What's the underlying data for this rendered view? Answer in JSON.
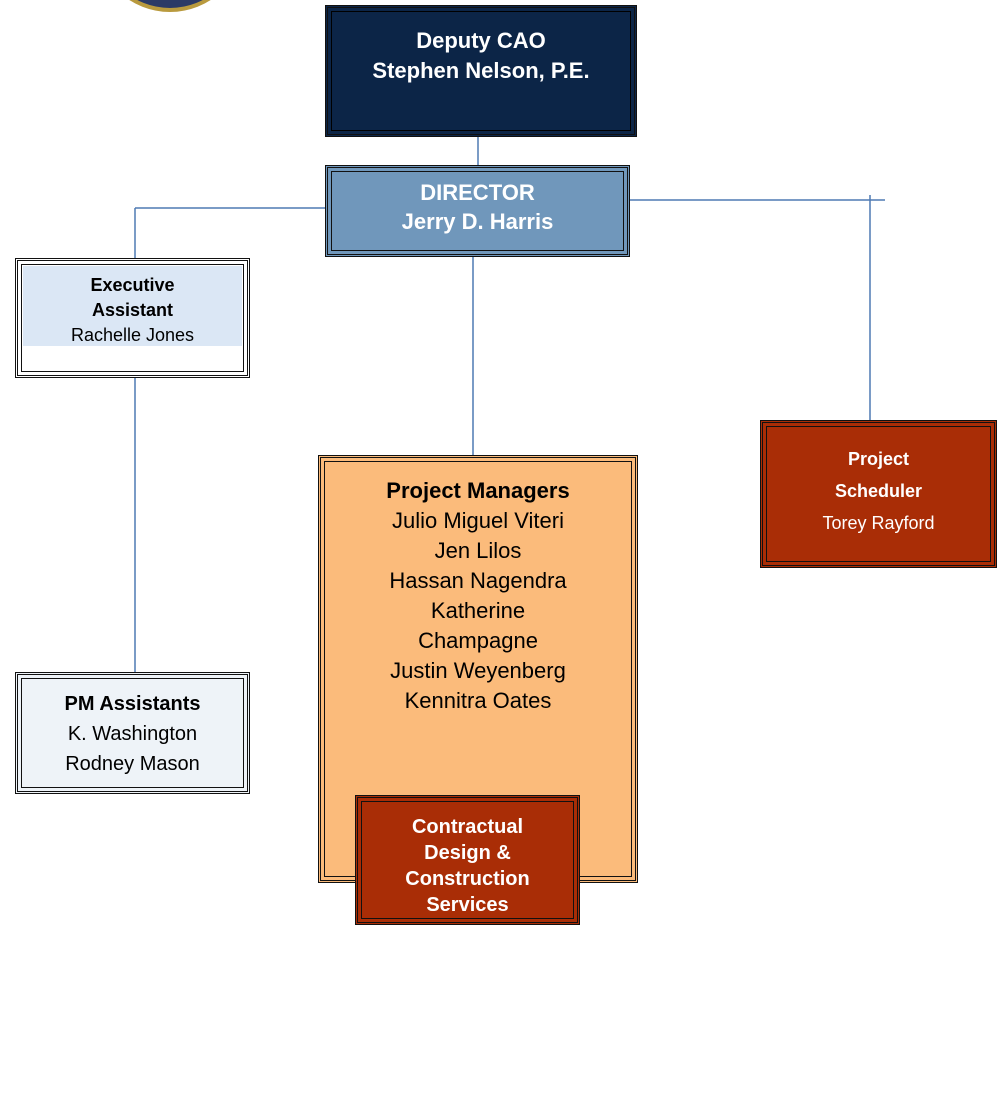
{
  "deputy": {
    "title": "Deputy CAO",
    "name": "Stephen Nelson, P.E."
  },
  "director": {
    "title": "DIRECTOR",
    "name": "Jerry D. Harris"
  },
  "executive_assistant": {
    "title_line1": "Executive",
    "title_line2": "Assistant",
    "name": "Rachelle Jones"
  },
  "pm_assistants": {
    "title": "PM Assistants",
    "names": [
      "K. Washington",
      "Rodney Mason"
    ]
  },
  "project_managers": {
    "title": "Project Managers",
    "names": [
      "Julio Miguel Viteri",
      "Jen Lilos",
      "Hassan Nagendra",
      "Katherine",
      "Champagne",
      "Justin Weyenberg",
      "Kennitra Oates"
    ]
  },
  "scheduler": {
    "title_line1": "Project",
    "title_line2": "Scheduler",
    "name": "Torey Rayford"
  },
  "contractual": {
    "lines": [
      "Contractual",
      "Design &",
      "Construction",
      "Services"
    ]
  },
  "colors": {
    "deputy_fill": "#0c2547",
    "director_fill": "#7097bb",
    "exec_fill": "#dbe7f5",
    "pm_fill": "#fbbb7b",
    "scheduler_fill": "#a92d06",
    "connector": "#4f7ab3"
  }
}
